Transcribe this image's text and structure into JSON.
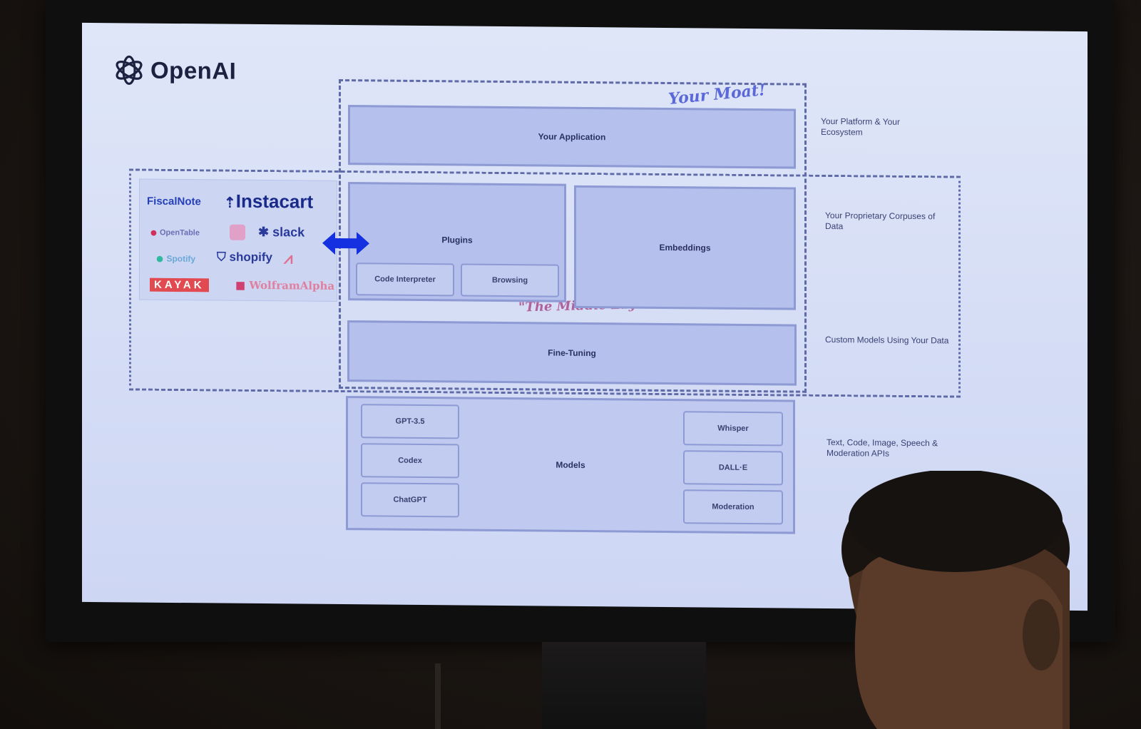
{
  "logo": {
    "text": "OpenAI"
  },
  "annotations": {
    "moat": "Your Moat!",
    "middle_layer": "\"The Middle Layer\""
  },
  "boxes": {
    "application": "Your Application",
    "plugins": "Plugins",
    "code_interpreter": "Code Interpreter",
    "browsing": "Browsing",
    "embeddings": "Embeddings",
    "fine_tuning": "Fine-Tuning",
    "models": "Models",
    "models_left": [
      "GPT-3.5",
      "Codex",
      "ChatGPT"
    ],
    "models_right": [
      "Whisper",
      "DALL·E",
      "Moderation"
    ]
  },
  "side_notes": {
    "platform": "Your Platform & Your Ecosystem",
    "data": "Your Proprietary Corpuses of Data",
    "custom": "Custom Models Using Your Data",
    "apis": "Text, Code, Image, Speech & Moderation APIs"
  },
  "partners": {
    "fiscalnote": "FiscalNote",
    "instacart": "Instacart",
    "opentable": "OpenTable",
    "slack": "slack",
    "spotify": "Spotify",
    "shopify": "shopify",
    "kayak": "KAYAK",
    "wolfram": "WolframAlpha"
  },
  "colors": {
    "screen_bg": "#d6def6",
    "box_fill": "#b5c0ec",
    "dashed_border": "#5f6aa8",
    "moat_ink": "#5a68d8",
    "middle_ink": "#b0609a",
    "arrow": "#1530e0"
  }
}
